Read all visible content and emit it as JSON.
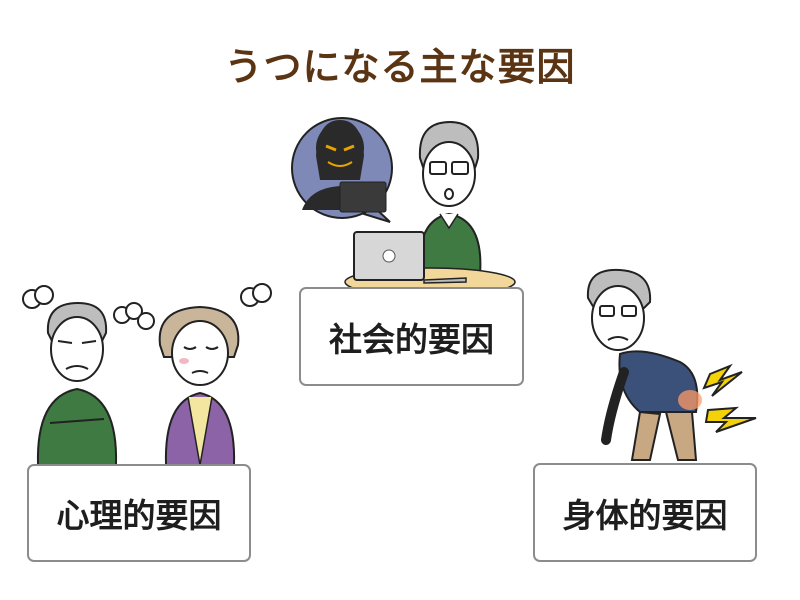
{
  "title": "うつになる主な要因",
  "factors": {
    "social": {
      "label": "社会的要因"
    },
    "psychological": {
      "label": "心理的要因"
    },
    "physical": {
      "label": "身体的要因"
    }
  },
  "colors": {
    "title": "#5a3413",
    "hair_gray": "#bdbdbd",
    "green_sweater": "#3e7a41",
    "purple_cardigan": "#8d63a8",
    "navy_sweater": "#3b5179",
    "bubble_bg": "#7f89b8",
    "pain_bolt": "#f4d20a"
  },
  "icons": [
    "online-scammer-icon",
    "laptop-icon",
    "anger-steam-icon",
    "pain-bolt-icon"
  ]
}
